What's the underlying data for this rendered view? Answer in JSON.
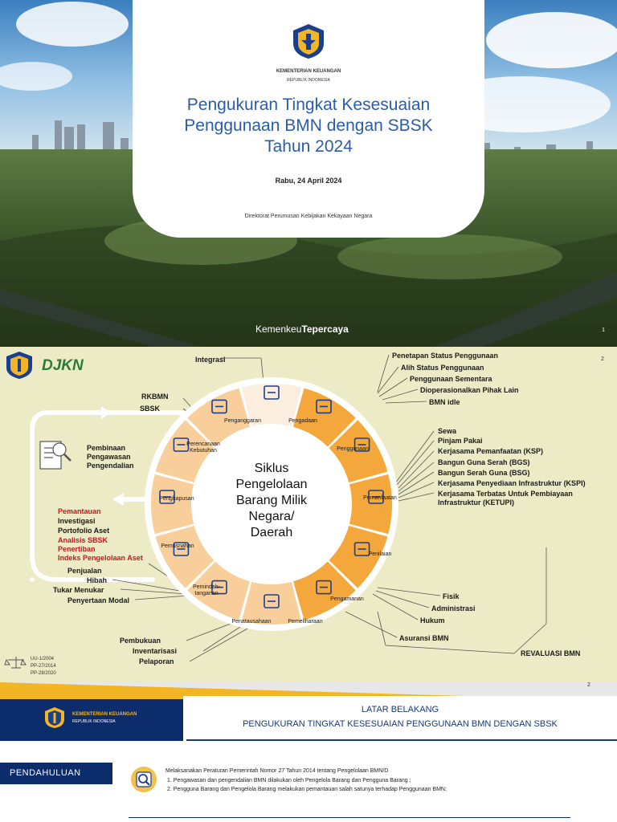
{
  "slide1": {
    "ministry": "KEMENTERIAN KEUANGAN",
    "republic": "REPUBLIK INDONESIA",
    "title_lines": [
      "Pengukuran Tingkat Kesesuaian",
      "Penggunaan BMN dengan SBSK",
      "Tahun 2024"
    ],
    "date": "Rabu, 24 April 2024",
    "directorate": "Direktorat Perumusan Kebijakan Kekayaan Negara",
    "tagline_regular": "Kemenkeu",
    "tagline_bold": "Tepercaya",
    "page": "1"
  },
  "slide2": {
    "brand": "DJKN",
    "page": "2",
    "center_title_lines": [
      "Siklus",
      "Pengelolaan",
      "Barang Milik",
      "Negara/",
      "Daerah"
    ],
    "segments": [
      "Penganggaran",
      "Pengadaan",
      "Penggunaan",
      "Pemanfaatan",
      "Penilaian",
      "Pengamanan",
      "Pemeliharaan",
      "Penatausahaan",
      "Pemindah-tanganan",
      "Pemusnahan",
      "Penghapusan",
      "Perencanaan Kebutuhan"
    ],
    "labels": {
      "integrasi": "Integrasi",
      "rkbmn": "RKBMN",
      "sbsk": "SBSK",
      "pembinaan": [
        "Pembinaan",
        "Pengawasan",
        "Pengendalian"
      ],
      "monitoring": [
        {
          "text": "Pemantauan",
          "red": true
        },
        {
          "text": "Investigasi",
          "red": false
        },
        {
          "text": "Portofolio Aset",
          "red": false
        },
        {
          "text": "Analisis SBSK",
          "red": true
        },
        {
          "text": "Penertiban",
          "red": true
        },
        {
          "text": "Indeks Pengelolaan Aset",
          "red": true
        }
      ],
      "pemindahtanganan": [
        "Penjualan",
        "Hibah",
        "Tukar Menukar",
        "Penyertaan Modal"
      ],
      "penatausahaan": [
        "Pembukuan",
        "Inventarisasi",
        "Pelaporan"
      ],
      "penggunaan": [
        "Penetapan Status Penggunaan",
        "Alih Status Penggunaan",
        "Penggunaan Sementara",
        "Dioperasionalkan Pihak Lain",
        "BMN idle"
      ],
      "pemanfaatan": [
        "Sewa",
        "Pinjam Pakai",
        "Kerjasama Pemanfaatan (KSP)",
        "Bangun Guna Serah (BGS)",
        "Bangun Serah Guna (BSG)",
        "Kerjasama Penyediaan Infrastruktur (KSPI)",
        "Kerjasama Terbatas Untuk Pembiayaan",
        "Infrastruktur (KETUPI)"
      ],
      "pengamanan": [
        "Fisik",
        "Administrasi",
        "Hukum"
      ],
      "asuransi": "Asuransi BMN",
      "revaluasi": "REVALUASI BMN",
      "laws": [
        "UU-1/2004",
        "PP-27/2014",
        "PP-28/2020"
      ]
    },
    "colors": {
      "accent": "#f4a73a",
      "ring": "#ffffff",
      "peach": "#f8cf9a",
      "bg": "#ecebc5"
    }
  },
  "slide3": {
    "page": "2",
    "ministry": "KEMENTERIAN KEUANGAN",
    "republic": "REPUBLIK INDONESIA",
    "heading1": "LATAR BELAKANG",
    "heading2": "PENGUKURAN TINGKAT KESESUAIAN PENGGUNAAN BMN DENGAN SBSK",
    "tab": "PENDAHULUAN",
    "intro": "Melaksanakan Peraturan Pemerintah Nomor 27 Tahun 2014  tentang Pengelolaan BMN/D",
    "points": [
      "1.  Pengawasan dan pengendalian BMN dilakukan oleh Pengelola Barang dan Pengguna Barang ;",
      "2.  Pengguna Barang dan Pengelola Barang melakukan pemantauan salah satunya terhadap Penggunaan BMN;"
    ]
  }
}
